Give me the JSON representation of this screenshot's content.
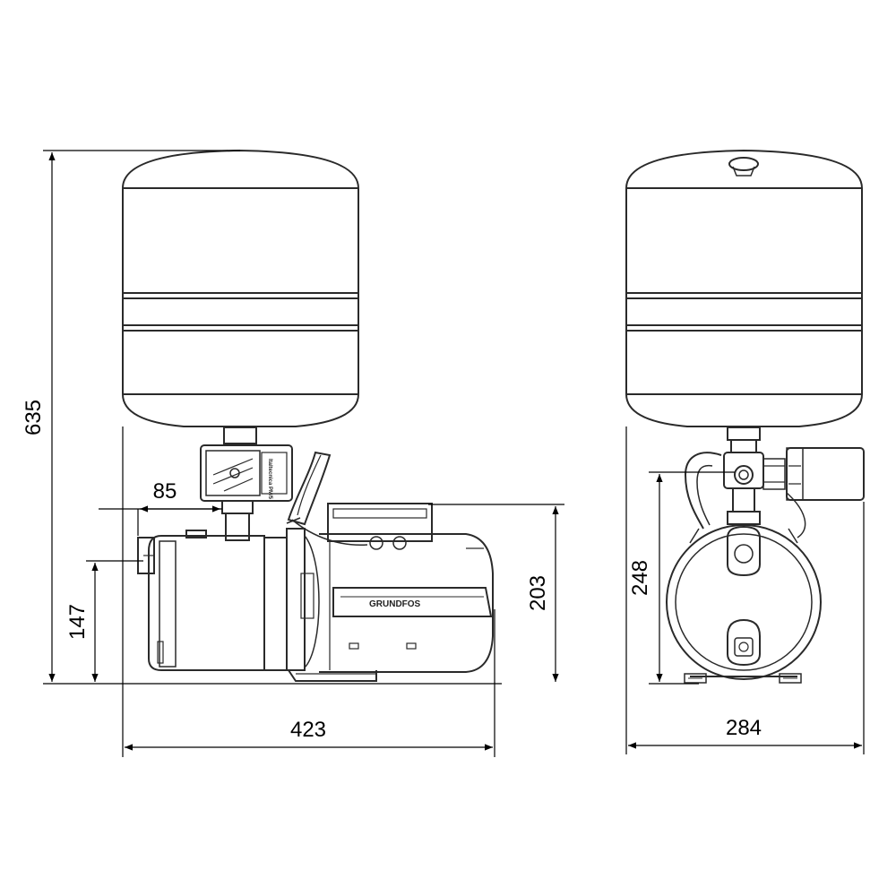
{
  "drawing": {
    "side_view": {
      "dimensions": {
        "overall_height": "635",
        "pipe_offset": "85",
        "inlet_height": "147",
        "outlet_height": "203",
        "overall_length": "423"
      },
      "pump_logo": "GRUNDFOS",
      "pressure_switch_label": "Italtecnica PM/5"
    },
    "front_view": {
      "dimensions": {
        "outlet_height": "248",
        "overall_width": "284"
      }
    }
  },
  "colors": {
    "line": "#2a2a2a",
    "dimension": "#000000",
    "background": "#ffffff"
  }
}
